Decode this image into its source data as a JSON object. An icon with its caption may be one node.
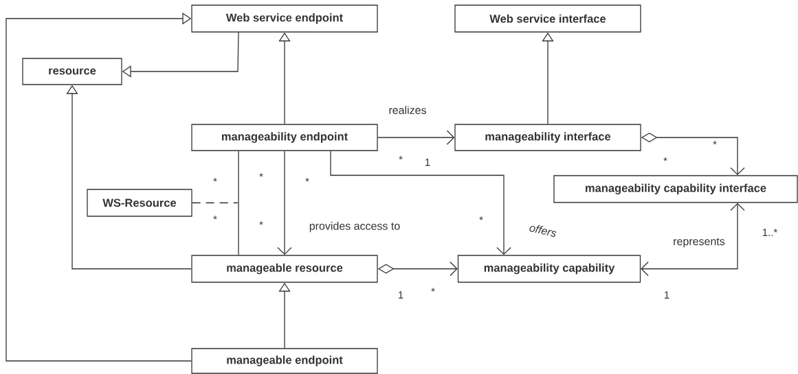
{
  "diagram": {
    "nodes": [
      {
        "text": [
          "Web service endpoint"
        ]
      },
      {
        "text": [
          "Web service interface"
        ]
      },
      {
        "text": [
          "resource"
        ]
      },
      {
        "text": [
          "manageability endpoint"
        ]
      },
      {
        "text": [
          "manageability interface"
        ]
      },
      {
        "text": [
          "WS-Resource"
        ]
      },
      {
        "text": [
          "manageability capability interface"
        ]
      },
      {
        "text": [
          "manageable resource"
        ]
      },
      {
        "text": [
          "manageability capability"
        ]
      },
      {
        "text": [
          "manageable endpoint"
        ]
      }
    ],
    "edges": [
      {
        "from": 9,
        "to": 0,
        "arrow": "to"
      },
      {
        "from": 0,
        "to": 2,
        "arrow": "to"
      },
      {
        "from": 7,
        "to": 2,
        "arrow": "to"
      },
      {
        "from": 3,
        "to": 0,
        "arrow": "to"
      },
      {
        "from": 4,
        "to": 1,
        "arrow": "to"
      },
      {
        "from": 9,
        "to": 7,
        "arrow": "to"
      },
      {
        "from": 3,
        "to": 4,
        "arrow": "to",
        "label": "realizes"
      },
      {
        "from": 3,
        "to": 8,
        "arrow": "to",
        "label": "offers"
      },
      {
        "from": 3,
        "to": 7,
        "arrow": "to",
        "label": "provides access to"
      },
      {
        "from": 3,
        "to": 7,
        "arrow": "none"
      },
      {
        "from": 5,
        "to": null,
        "arrow": "none",
        "style": "dashed"
      },
      {
        "from": 7,
        "to": 8,
        "arrow": "to"
      },
      {
        "from": 4,
        "to": 6,
        "arrow": "to"
      },
      {
        "from": 8,
        "to": 6,
        "arrow": "both",
        "label": "represents"
      }
    ],
    "labels": [
      "*",
      "*",
      "1",
      "*",
      "*",
      "*",
      "*",
      "*",
      "*",
      "*",
      "1..*",
      "1",
      "*",
      "1"
    ]
  }
}
